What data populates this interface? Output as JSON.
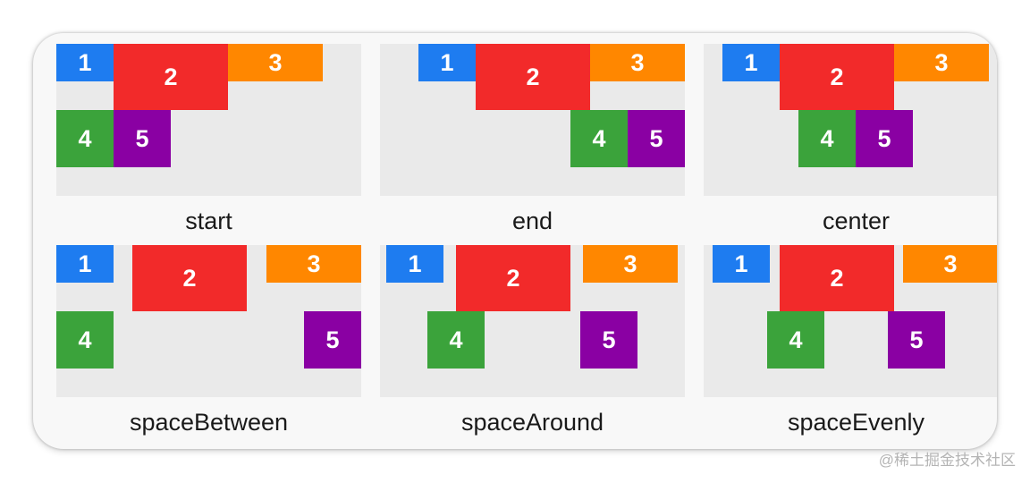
{
  "panels": [
    {
      "caption": "start",
      "boxes": [
        "1",
        "2",
        "3",
        "4",
        "5"
      ]
    },
    {
      "caption": "end",
      "boxes": [
        "1",
        "2",
        "3",
        "4",
        "5"
      ]
    },
    {
      "caption": "center",
      "boxes": [
        "1",
        "2",
        "3",
        "4",
        "5"
      ]
    },
    {
      "caption": "spaceBetween",
      "boxes": [
        "1",
        "2",
        "3",
        "4",
        "5"
      ]
    },
    {
      "caption": "spaceAround",
      "boxes": [
        "1",
        "2",
        "3",
        "4",
        "5"
      ]
    },
    {
      "caption": "spaceEvenly",
      "boxes": [
        "1",
        "2",
        "3",
        "4",
        "5"
      ]
    }
  ],
  "colors": {
    "box1": "#1e7cf0",
    "box2": "#f22a2a",
    "box3": "#ff8700",
    "box4": "#3ba33b",
    "box5": "#8a00a3",
    "panel": "#eaeaea"
  },
  "watermark": "@稀土掘金技术社区"
}
